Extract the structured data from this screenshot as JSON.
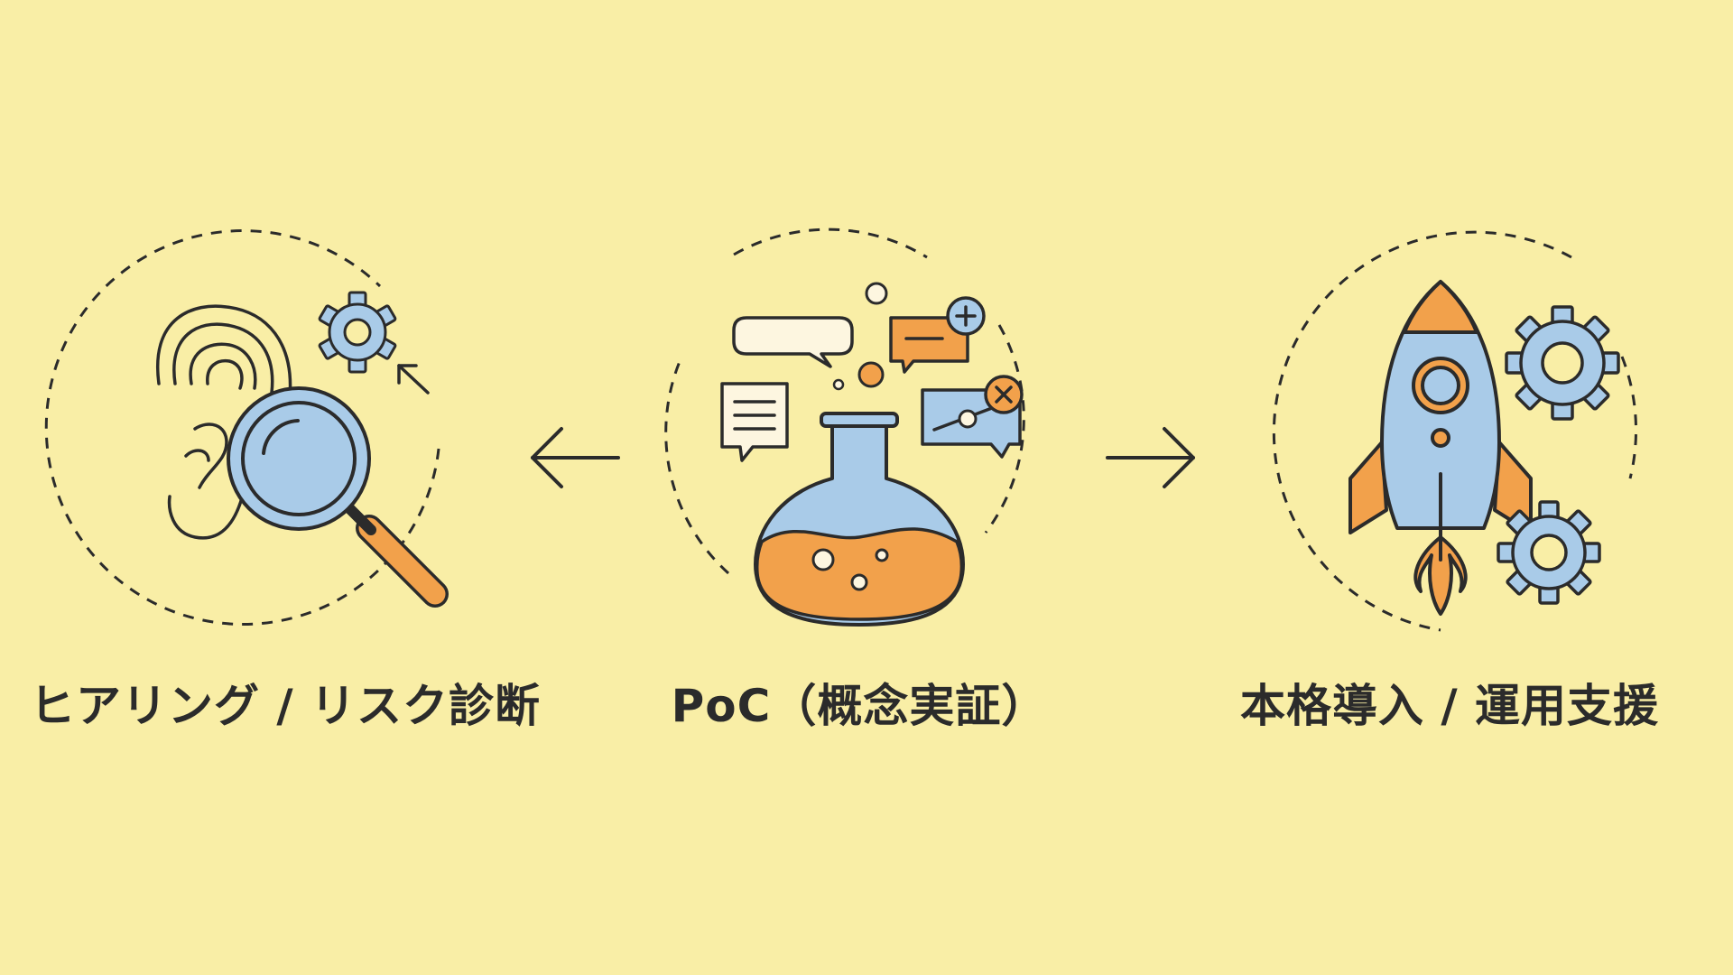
{
  "colors": {
    "background": "#f9eea6",
    "ink": "#2b2b2b",
    "blue": "#a9cbe8",
    "orange": "#f2a14b",
    "cream": "#fdf6e0"
  },
  "steps": [
    {
      "label": "ヒアリング / リスク診断",
      "icon": "ear-magnifier-gear-icon"
    },
    {
      "label": "PoC（概念実証）",
      "icon": "flask-chat-icon"
    },
    {
      "label": "本格導入 / 運用支援",
      "icon": "rocket-gears-icon"
    }
  ],
  "arrows": [
    {
      "direction": "left",
      "icon": "arrow-left-icon"
    },
    {
      "direction": "right",
      "icon": "arrow-right-icon"
    }
  ]
}
